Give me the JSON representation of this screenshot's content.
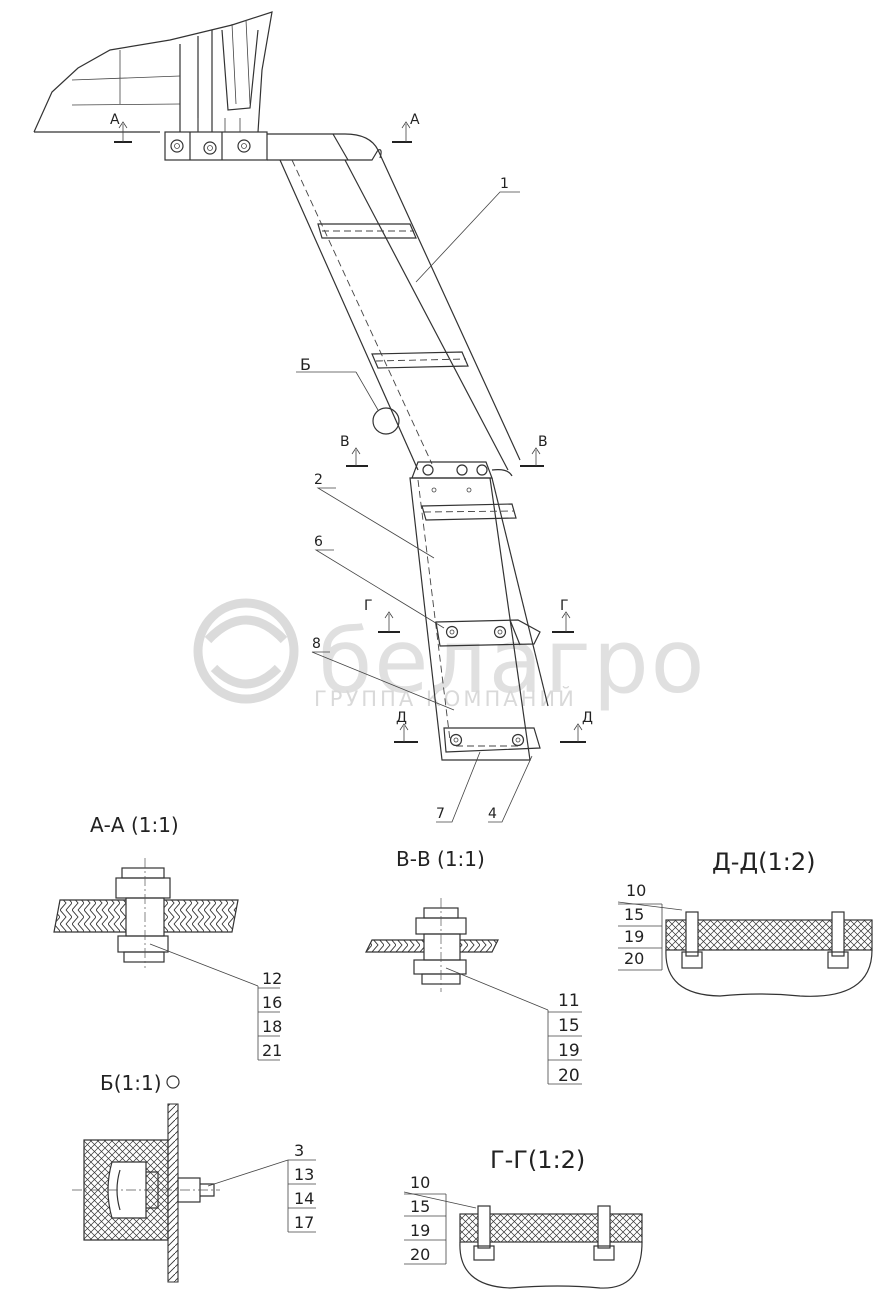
{
  "watermark": {
    "brand": "белагро",
    "tagline": "ГРУППА КОМПАНИЙ"
  },
  "callouts": {
    "p1": "1",
    "p2": "2",
    "p6": "6",
    "p8": "8",
    "p7": "7",
    "p4": "4"
  },
  "section_marks": {
    "a_left": "А",
    "a_right": "А",
    "b_detail": "Б",
    "v_left": "В",
    "v_right": "В",
    "g_left": "Г",
    "g_right": "Г",
    "d_left": "Д",
    "d_right": "Д"
  },
  "views": {
    "aa": {
      "title": "А-А (1:1)",
      "items": [
        "12",
        "16",
        "18",
        "21"
      ]
    },
    "vv": {
      "title": "В-В (1:1)",
      "items": [
        "11",
        "15",
        "19",
        "20"
      ]
    },
    "dd": {
      "title": "Д-Д(1:2)",
      "items": [
        "10",
        "15",
        "19",
        "20"
      ]
    },
    "b": {
      "title": "Б(1:1)",
      "items": [
        "3",
        "13",
        "14",
        "17"
      ]
    },
    "gg": {
      "title": "Г-Г(1:2)",
      "items": [
        "10",
        "15",
        "19",
        "20"
      ]
    }
  }
}
